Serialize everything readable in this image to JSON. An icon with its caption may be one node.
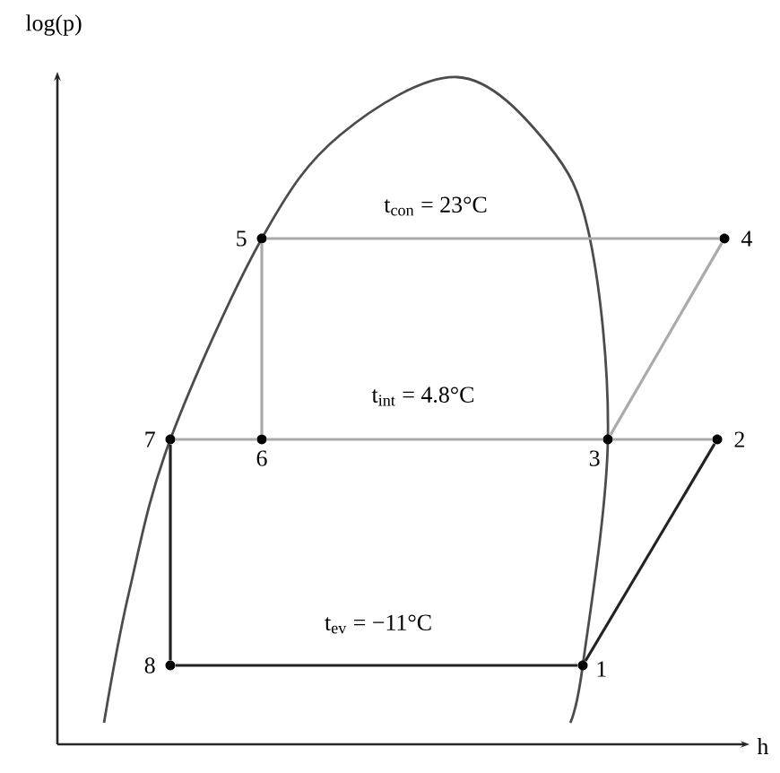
{
  "diagram": {
    "nodes": [
      {
        "text": [],
        "shape": "circle",
        "beside": [
          "1"
        ]
      },
      {
        "text": [],
        "shape": "circle",
        "beside": [
          "2"
        ]
      },
      {
        "text": [],
        "shape": "circle",
        "beside": [
          "3"
        ]
      },
      {
        "text": [],
        "shape": "circle",
        "beside": [
          "4"
        ]
      },
      {
        "text": [],
        "shape": "circle",
        "beside": [
          "5"
        ]
      },
      {
        "text": [],
        "shape": "circle",
        "beside": [
          "6"
        ]
      },
      {
        "text": [],
        "shape": "circle",
        "beside": [
          "7"
        ]
      },
      {
        "text": [],
        "shape": "circle",
        "beside": [
          "8"
        ]
      }
    ],
    "edges": [
      {
        "from": 0,
        "to": 1,
        "arrow": "none",
        "color": "#222222"
      },
      {
        "from": 1,
        "to": 2,
        "arrow": "none"
      },
      {
        "from": 2,
        "to": 3,
        "arrow": "none"
      },
      {
        "from": 3,
        "to": 4,
        "arrow": "none",
        "label": "t$_{con}$ = 23°C"
      },
      {
        "from": 4,
        "to": 5,
        "arrow": "none"
      },
      {
        "from": 5,
        "to": 2,
        "arrow": "none",
        "label": "t$_{int}$ = 4.8°C"
      },
      {
        "from": 6,
        "to": 5,
        "arrow": "none"
      },
      {
        "from": 6,
        "to": 7,
        "arrow": "none",
        "color": "#222222"
      },
      {
        "from": 7,
        "to": 0,
        "arrow": "none",
        "color": "#222222",
        "label": "t$_{ev}$ = −11°C"
      }
    ],
    "labels": [
      "log(p)",
      "h"
    ]
  }
}
